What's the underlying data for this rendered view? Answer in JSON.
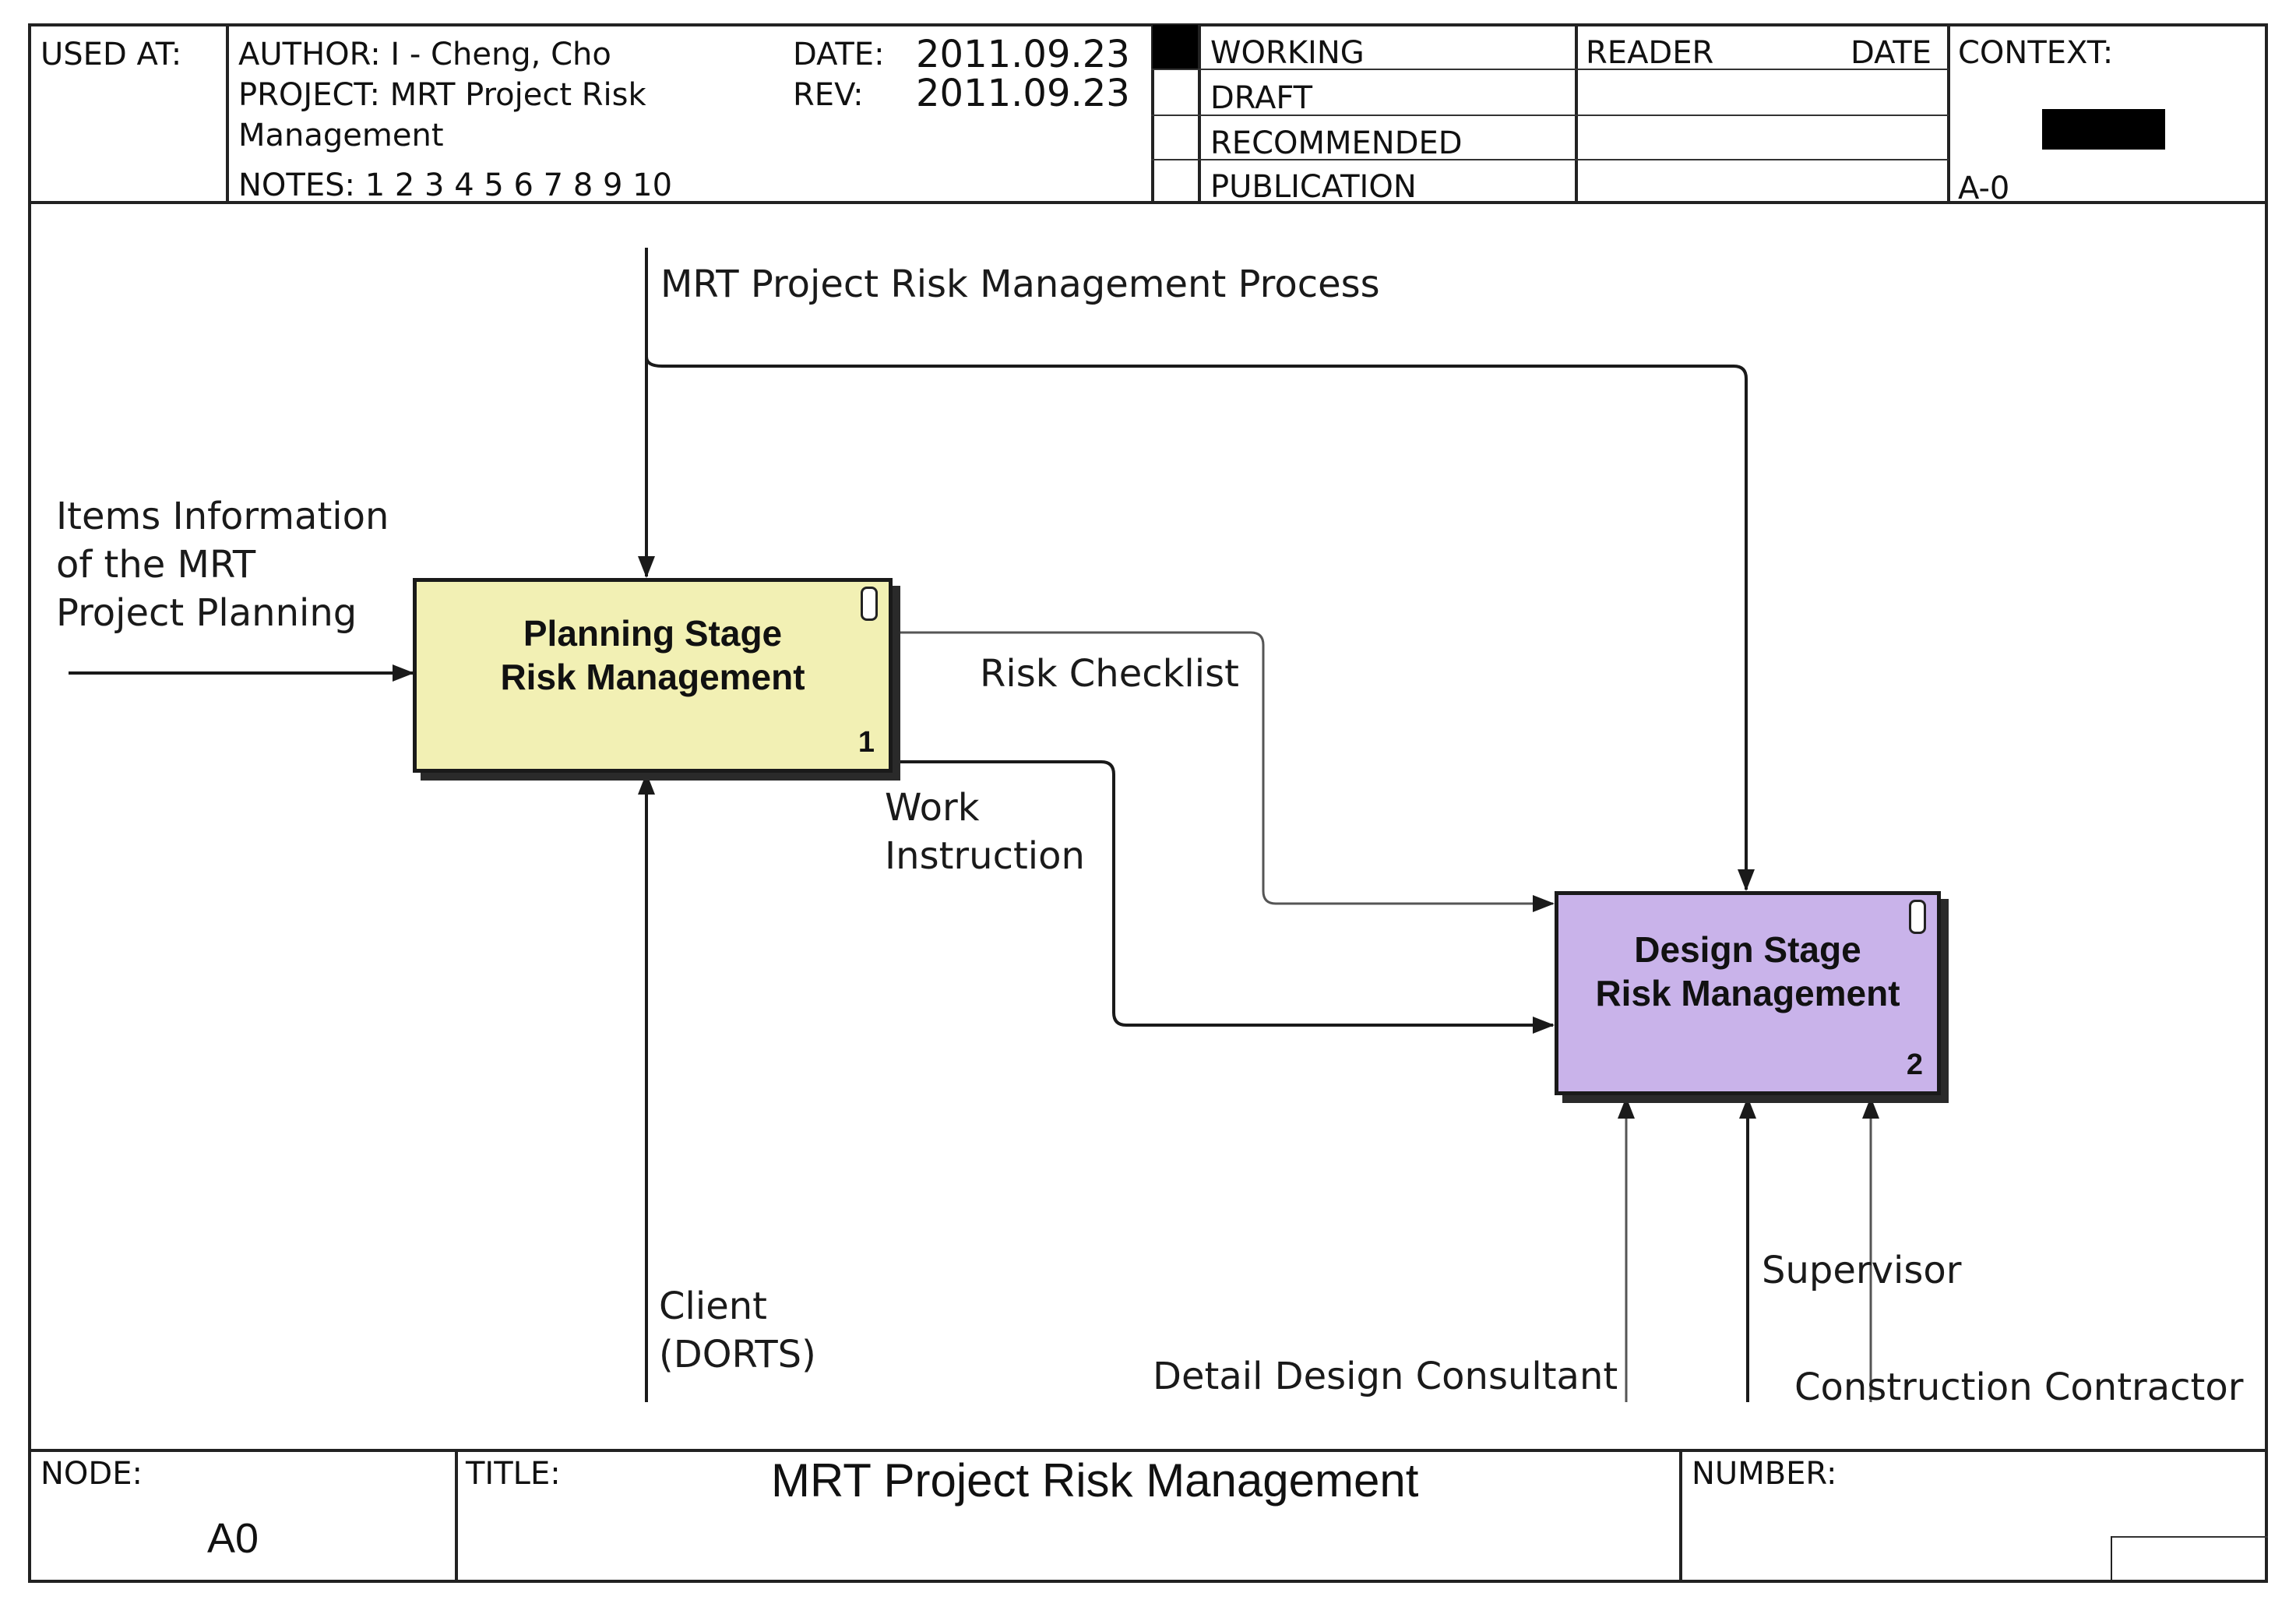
{
  "header": {
    "used_at": "USED AT:",
    "author": "AUTHOR: I - Cheng, Cho",
    "project_line1": "PROJECT: MRT Project Risk",
    "project_line2": "Management",
    "notes": "NOTES: 1 2 3 4 5 6 7 8 9 10",
    "date_label": "DATE:",
    "date_value": "2011.09.23",
    "rev_label": "REV:",
    "rev_value": "2011.09.23",
    "status": [
      "WORKING",
      "DRAFT",
      "RECOMMENDED",
      "PUBLICATION"
    ],
    "active_status": "WORKING",
    "reader": "READER",
    "reader_date": "DATE",
    "context": "CONTEXT:",
    "context_code": "A-0"
  },
  "diagram": {
    "activities": [
      {
        "title_line1": "Planning Stage",
        "title_line2": "Risk Management",
        "number": "1",
        "color": "#f2f0b4"
      },
      {
        "title_line1": "Design Stage",
        "title_line2": "Risk Management",
        "number": "2",
        "color": "#c9b3ea"
      }
    ],
    "labels": {
      "control_top": "MRT Project Risk Management Process",
      "input_line1": "Items Information",
      "input_line2": "of the MRT",
      "input_line3": "Project Planning",
      "risk_checklist": "Risk Checklist",
      "work_instruction_line1": "Work",
      "work_instruction_line2": "Instruction",
      "client_line1": "Client",
      "client_line2": "(DORTS)",
      "detail_design": "Detail Design Consultant",
      "supervisor": "Supervisor",
      "construction": "Construction Contractor"
    }
  },
  "footer": {
    "node_label": "NODE:",
    "node_value": "A0",
    "title_label": "TITLE:",
    "title_value": "MRT Project  Risk Management",
    "number_label": "NUMBER:"
  }
}
